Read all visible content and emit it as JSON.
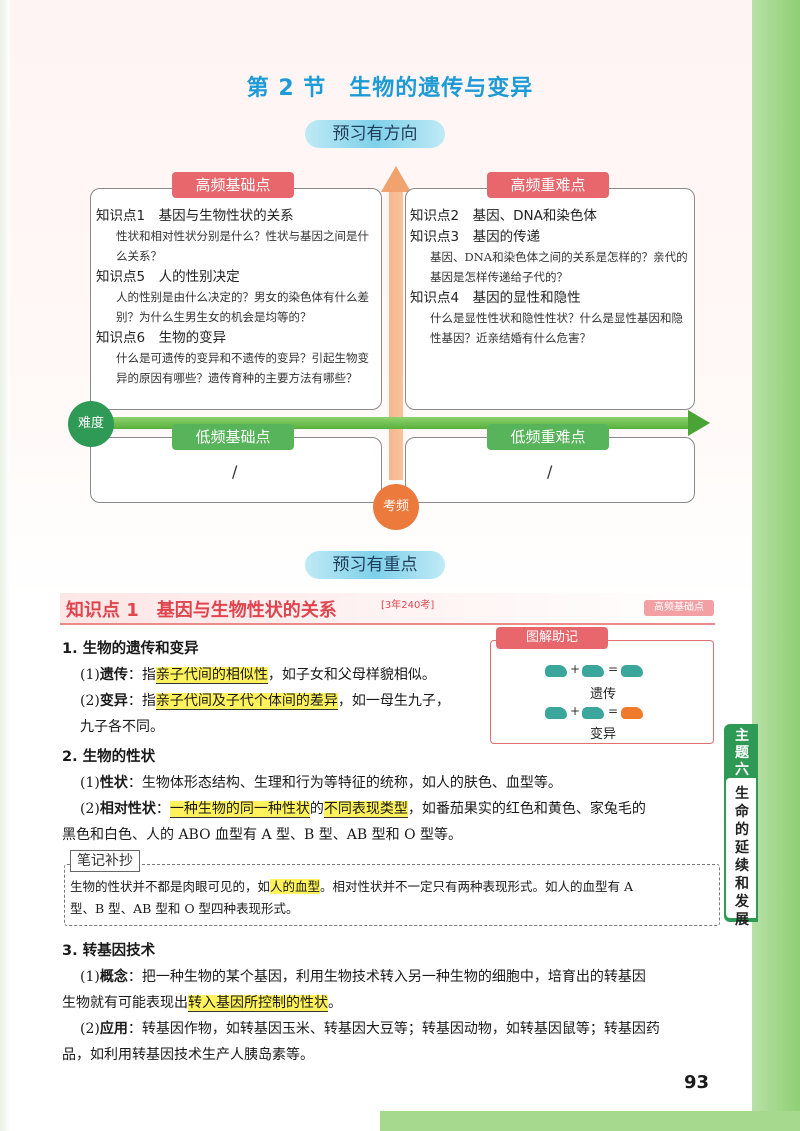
{
  "section_title": "第 2 节　生物的遗传与变异",
  "banner_preview_direction": "预习有方向",
  "banner_preview_focus": "预习有重点",
  "quadrant": {
    "top_left_tag": "高频基础点",
    "top_right_tag": "高频重难点",
    "bottom_left_tag": "低频基础点",
    "bottom_right_tag": "低频重难点",
    "axis_difficulty": "难度",
    "axis_frequency": "考频",
    "bottom_left_content": "/",
    "bottom_right_content": "/",
    "top_left": [
      {
        "title": "知识点1　基因与生物性状的关系",
        "question": "性状和相对性状分别是什么？性状与基因之间是什么关系？"
      },
      {
        "title": "知识点5　人的性别决定",
        "question": "人的性别是由什么决定的？男女的染色体有什么差别？为什么生男生女的机会是均等的？"
      },
      {
        "title": "知识点6　生物的变异",
        "question": "什么是可遗传的变异和不遗传的变异？引起生物变异的原因有哪些？遗传育种的主要方法有哪些？"
      }
    ],
    "top_right": [
      {
        "title": "知识点2　基因、DNA和染色体",
        "question": ""
      },
      {
        "title": "知识点3　基因的传递",
        "question": "基因、DNA和染色体之间的关系是怎样的？亲代的基因是怎样传递给子代的？"
      },
      {
        "title": "知识点4　基因的显性和隐性",
        "question": "什么是显性性状和隐性性状？什么是显性基因和隐性基因？近亲结婚有什么危害？"
      }
    ]
  },
  "kp_header": {
    "label": "知识点 1　基因与生物性状的关系",
    "badge": "[3年240考]",
    "tag": "高频基础点"
  },
  "s1": {
    "heading": "1. 生物的遗传和变异",
    "p1_prefix": "(1)",
    "p1_term": "遗传",
    "p1_a": "：指",
    "p1_hl": "亲子代间的相似性",
    "p1_b": "，如子女和父母样貌相似。",
    "p2_prefix": "(2)",
    "p2_term": "变异",
    "p2_a": "：指",
    "p2_hl": "亲子代间及子代个体间的差异",
    "p2_b": "，如一母生九子，",
    "p2_c": "九子各不同。"
  },
  "diagram": {
    "tag": "图解助记",
    "caption_1": "遗传",
    "caption_2": "变异",
    "plus": "+",
    "equals": "="
  },
  "s2": {
    "heading": "2. 生物的性状",
    "p1_prefix": "(1)",
    "p1_term": "性状",
    "p1_text": "：生物体形态结构、生理和行为等特征的统称，如人的肤色、血型等。",
    "p2_prefix": "(2)",
    "p2_term": "相对性状",
    "p2_a": "：",
    "p2_hl1": "一种生物的同一种性状",
    "p2_mid": "的",
    "p2_hl2": "不同表现类型",
    "p2_b": "，如番茄果实的红色和黄色、家兔毛的",
    "p2_c": "黑色和白色、人的 ABO 血型有 A 型、B 型、AB 型和 O 型等。"
  },
  "note": {
    "tag": "笔记补抄",
    "text_a": "生物的性状并不都是肉眼可见的，如",
    "text_hl": "人的血型",
    "text_b": "。相对性状并不一定只有两种表现形式。如人的血型有 A",
    "text_c": "型、B 型、AB 型和 O 型四种表现形式。"
  },
  "s3": {
    "heading": "3. 转基因技术",
    "p1_prefix": "(1)",
    "p1_term": "概念",
    "p1_a": "：把一种生物的某个基因，利用生物技术转入另一种生物的细胞中，培育出的转基因",
    "p1_b": "生物就有可能表现出",
    "p1_hl": "转入基因所控制的性状",
    "p1_c": "。",
    "p2_prefix": "(2)",
    "p2_term": "应用",
    "p2_a": "：转基因作物，如转基因玉米、转基因大豆等；转基因动物，如转基因鼠等；转基因药",
    "p2_b": "品，如利用转基因技术生产人胰岛素等。"
  },
  "side_tab": {
    "theme": "主题六",
    "subtitle": "生命的延续和发展"
  },
  "page_number": "93",
  "colors": {
    "title_blue": "#1c9bd6",
    "tag_red": "#e8676d",
    "tag_green": "#58b45a",
    "highlight": "#fff25c",
    "side_green": "#2f9a55"
  }
}
